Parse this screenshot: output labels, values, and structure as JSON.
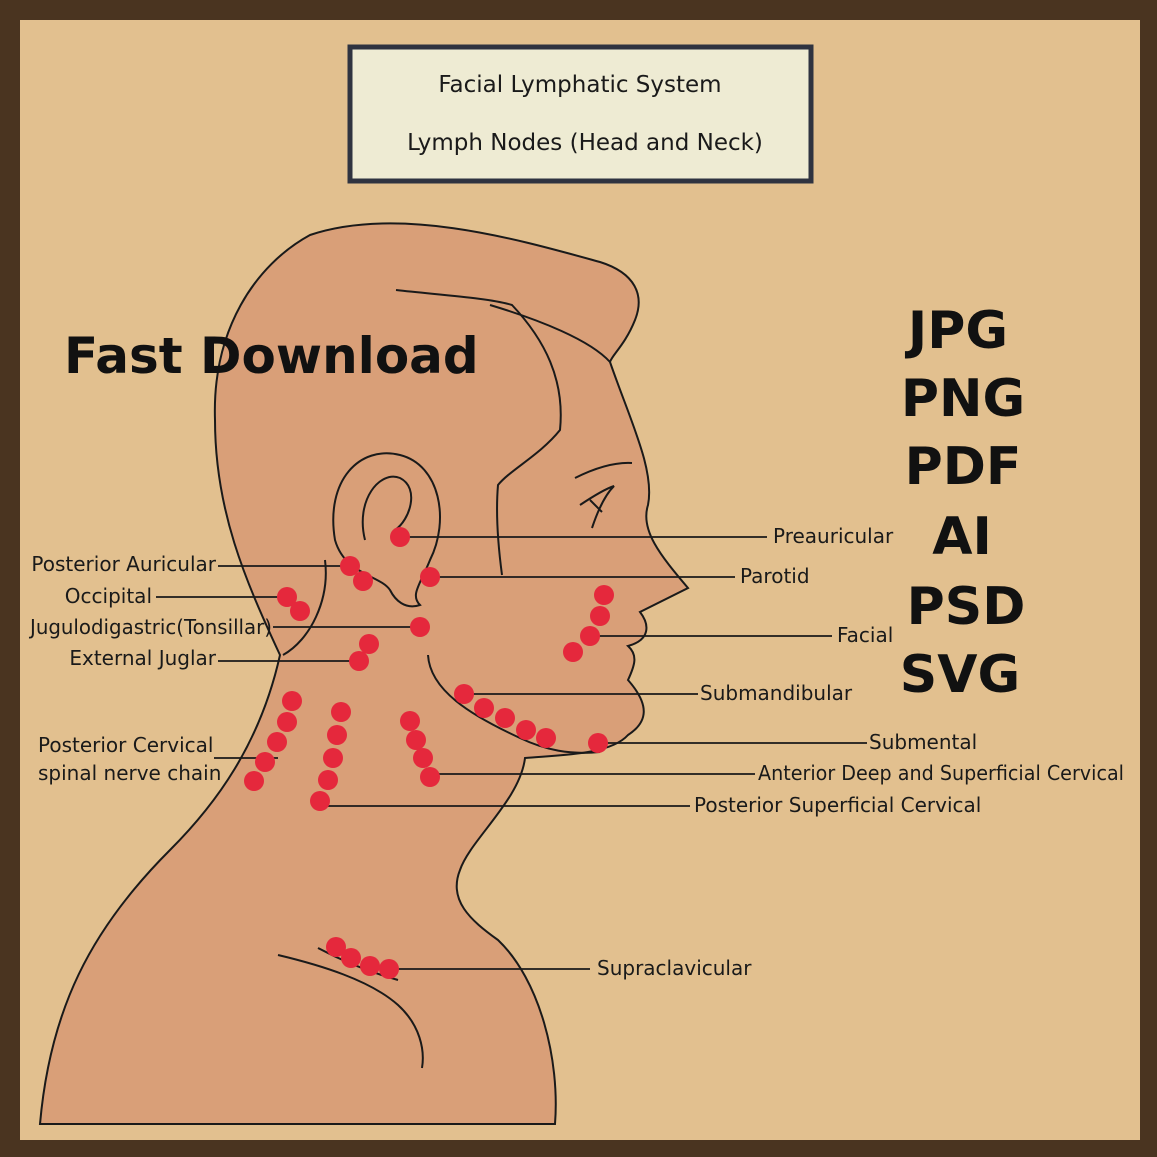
{
  "title_box": {
    "line1": "Facial Lymphatic System",
    "line2": "Lymph Nodes (Head and Neck)"
  },
  "promo_text": "Fast Download",
  "formats": [
    "JPG",
    "PNG",
    "PDF",
    "AI",
    "PSD",
    "SVG"
  ],
  "labels": {
    "preauricular": "Preauricular",
    "parotid": "Parotid",
    "facial": "Facial",
    "submandibular": "Submandibular",
    "submental": "Submental",
    "anterior_cervical": "Anterior Deep and Superficial Cervical",
    "posterior_superficial_cervical": "Posterior Superficial Cervical",
    "supraclavicular": "Supraclavicular",
    "posterior_auricular": "Posterior Auricular",
    "occipital": "Occipital",
    "jugulodigastric": "Jugulodigastric(Tonsillar)",
    "external_juglar": "External Juglar",
    "posterior_cervical_line1": "Posterior Cervical",
    "posterior_cervical_line2": "spinal nerve chain"
  },
  "colors": {
    "frame": "#4a3420",
    "background": "#e2c08f",
    "skin": "#d99f78",
    "node": "#e5283c",
    "title_fill": "#eeebd3",
    "title_border": "#2f3340",
    "outline": "#1a1a1a"
  }
}
